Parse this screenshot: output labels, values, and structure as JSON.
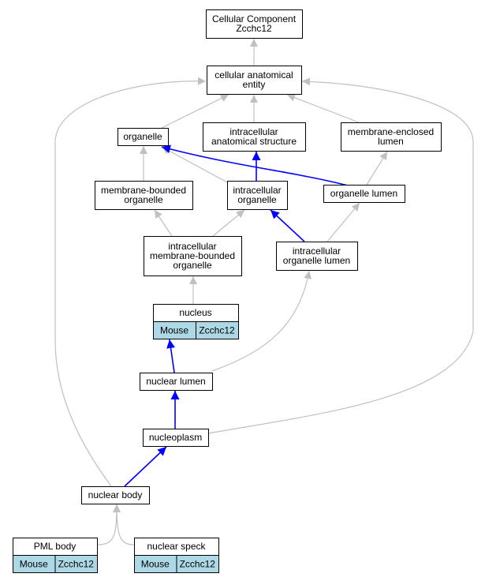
{
  "colors": {
    "edge_default": "#c0c0c0",
    "edge_highlight": "#0000ff",
    "annotation_fill": "#add8e6",
    "node_fill": "#ffffff",
    "node_border": "#000000"
  },
  "nodes": {
    "root": {
      "lines": [
        "Cellular Component",
        "Zcchc12"
      ]
    },
    "cellular_anatomical_entity": {
      "lines": [
        "cellular anatomical",
        "entity"
      ]
    },
    "organelle": {
      "lines": [
        "organelle"
      ]
    },
    "intracellular_anatomical_structure": {
      "lines": [
        "intracellular",
        "anatomical structure"
      ]
    },
    "membrane_enclosed_lumen": {
      "lines": [
        "membrane-enclosed",
        "lumen"
      ]
    },
    "membrane_bounded_organelle": {
      "lines": [
        "membrane-bounded",
        "organelle"
      ]
    },
    "intracellular_organelle": {
      "lines": [
        "intracellular",
        "organelle"
      ]
    },
    "organelle_lumen": {
      "lines": [
        "organelle lumen"
      ]
    },
    "intracellular_membrane_bounded_organelle": {
      "lines": [
        "intracellular",
        "membrane-bounded",
        "organelle"
      ]
    },
    "intracellular_organelle_lumen": {
      "lines": [
        "intracellular",
        "organelle lumen"
      ]
    },
    "nucleus": {
      "lines": [
        "nucleus"
      ],
      "annotations": [
        "Mouse",
        "Zcchc12"
      ]
    },
    "nuclear_lumen": {
      "lines": [
        "nuclear lumen"
      ]
    },
    "nucleoplasm": {
      "lines": [
        "nucleoplasm"
      ]
    },
    "nuclear_body": {
      "lines": [
        "nuclear body"
      ]
    },
    "pml_body": {
      "lines": [
        "PML body"
      ],
      "annotations": [
        "Mouse",
        "Zcchc12"
      ]
    },
    "nuclear_speck": {
      "lines": [
        "nuclear speck"
      ],
      "annotations": [
        "Mouse",
        "Zcchc12"
      ]
    }
  },
  "edges": [
    {
      "from": "cellular_anatomical_entity",
      "to": "root",
      "highlight": false
    },
    {
      "from": "organelle",
      "to": "cellular_anatomical_entity",
      "highlight": false
    },
    {
      "from": "intracellular_anatomical_structure",
      "to": "cellular_anatomical_entity",
      "highlight": false
    },
    {
      "from": "membrane_enclosed_lumen",
      "to": "cellular_anatomical_entity",
      "highlight": false
    },
    {
      "from": "nuclear_body",
      "to": "cellular_anatomical_entity",
      "highlight": false
    },
    {
      "from": "nucleoplasm",
      "to": "cellular_anatomical_entity",
      "highlight": false
    },
    {
      "from": "membrane_bounded_organelle",
      "to": "organelle",
      "highlight": false
    },
    {
      "from": "intracellular_organelle",
      "to": "organelle",
      "highlight": false
    },
    {
      "from": "organelle_lumen",
      "to": "organelle",
      "highlight": true
    },
    {
      "from": "intracellular_organelle",
      "to": "intracellular_anatomical_structure",
      "highlight": true
    },
    {
      "from": "organelle_lumen",
      "to": "membrane_enclosed_lumen",
      "highlight": false
    },
    {
      "from": "intracellular_membrane_bounded_organelle",
      "to": "membrane_bounded_organelle",
      "highlight": false
    },
    {
      "from": "intracellular_membrane_bounded_organelle",
      "to": "intracellular_organelle",
      "highlight": false
    },
    {
      "from": "intracellular_organelle_lumen",
      "to": "intracellular_organelle",
      "highlight": true
    },
    {
      "from": "intracellular_organelle_lumen",
      "to": "organelle_lumen",
      "highlight": false
    },
    {
      "from": "nucleus",
      "to": "intracellular_membrane_bounded_organelle",
      "highlight": false
    },
    {
      "from": "nuclear_lumen",
      "to": "nucleus",
      "highlight": true
    },
    {
      "from": "nuclear_lumen",
      "to": "intracellular_organelle_lumen",
      "highlight": false
    },
    {
      "from": "nucleoplasm",
      "to": "nuclear_lumen",
      "highlight": true
    },
    {
      "from": "nuclear_body",
      "to": "nucleoplasm",
      "highlight": true
    },
    {
      "from": "pml_body",
      "to": "nuclear_body",
      "highlight": false
    },
    {
      "from": "nuclear_speck",
      "to": "nuclear_body",
      "highlight": false
    }
  ]
}
